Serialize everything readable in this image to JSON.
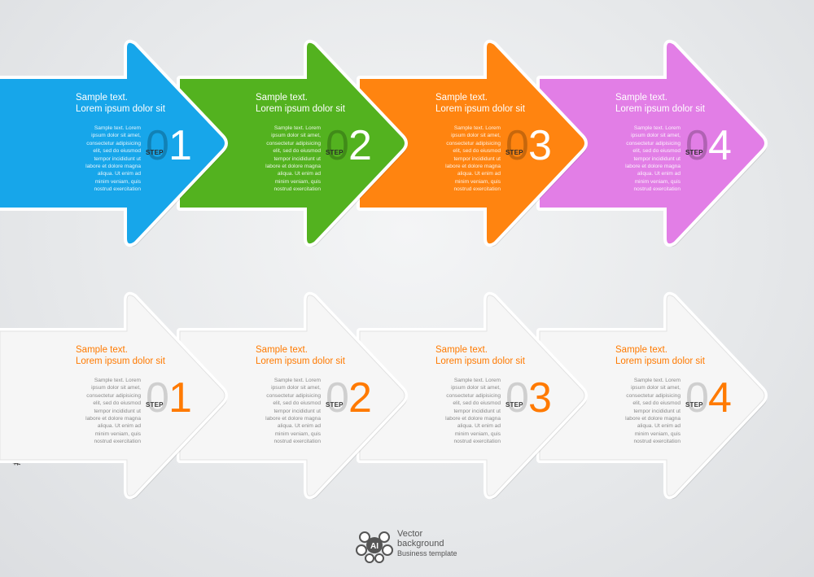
{
  "diagram": {
    "rows": [
      {
        "style": "colored",
        "arrows": [
          {
            "color": "#17a6ea",
            "title": "Sample text.",
            "subtitle": "Lorem ipsum dolor sit",
            "body": [
              "Sample text. Lorem",
              "ipsum dolor sit amet,",
              "consectetur adipisicing",
              "elit, sed do eiusmod",
              "tempor incididunt ut",
              "labore et dolore magna",
              "aliqua. Ut enim ad",
              "minim veniam, quis",
              "nostrud exercitation"
            ],
            "step_label": "STEP",
            "number_prefix": "0",
            "number_digit": "1"
          },
          {
            "color": "#53b21f",
            "title": "Sample text.",
            "subtitle": "Lorem ipsum dolor sit",
            "body": [
              "Sample text. Lorem",
              "ipsum dolor sit amet,",
              "consectetur adipisicing",
              "elit, sed do eiusmod",
              "tempor incididunt ut",
              "labore et dolore magna",
              "aliqua. Ut enim ad",
              "minim veniam, quis",
              "nostrud exercitation"
            ],
            "step_label": "STEP",
            "number_prefix": "0",
            "number_digit": "2"
          },
          {
            "color": "#ff8410",
            "title": "Sample text.",
            "subtitle": "Lorem ipsum dolor sit",
            "body": [
              "Sample text. Lorem",
              "ipsum dolor sit amet,",
              "consectetur adipisicing",
              "elit, sed do eiusmod",
              "tempor incididunt ut",
              "labore et dolore magna",
              "aliqua. Ut enim ad",
              "minim veniam, quis",
              "nostrud exercitation"
            ],
            "step_label": "STEP",
            "number_prefix": "0",
            "number_digit": "3"
          },
          {
            "color": "#e27ee6",
            "title": "Sample text.",
            "subtitle": "Lorem ipsum dolor sit",
            "body": [
              "Sample text. Lorem",
              "ipsum dolor sit amet,",
              "consectetur adipisicing",
              "elit, sed do eiusmod",
              "tempor incididunt ut",
              "labore et dolore magna",
              "aliqua. Ut enim ad",
              "minim veniam, quis",
              "nostrud exercitation"
            ],
            "step_label": "STEP",
            "number_prefix": "0",
            "number_digit": "4"
          }
        ]
      },
      {
        "style": "white",
        "arrows": [
          {
            "color": "#f6f6f6",
            "title": "Sample text.",
            "subtitle": "Lorem ipsum dolor sit",
            "body": [
              "Sample text. Lorem",
              "ipsum dolor sit amet,",
              "consectetur adipisicing",
              "elit, sed do eiusmod",
              "tempor incididunt ut",
              "labore et dolore magna",
              "aliqua. Ut enim ad",
              "minim veniam, quis",
              "nostrud exercitation"
            ],
            "step_label": "STEP",
            "number_prefix": "0",
            "number_digit": "1"
          },
          {
            "color": "#f6f6f6",
            "title": "Sample text.",
            "subtitle": "Lorem ipsum dolor sit",
            "body": [
              "Sample text. Lorem",
              "ipsum dolor sit amet,",
              "consectetur adipisicing",
              "elit, sed do eiusmod",
              "tempor incididunt ut",
              "labore et dolore magna",
              "aliqua. Ut enim ad",
              "minim veniam, quis",
              "nostrud exercitation"
            ],
            "step_label": "STEP",
            "number_prefix": "0",
            "number_digit": "2"
          },
          {
            "color": "#f6f6f6",
            "title": "Sample text.",
            "subtitle": "Lorem ipsum dolor sit",
            "body": [
              "Sample text. Lorem",
              "ipsum dolor sit amet,",
              "consectetur adipisicing",
              "elit, sed do eiusmod",
              "tempor incididunt ut",
              "labore et dolore magna",
              "aliqua. Ut enim ad",
              "minim veniam, quis",
              "nostrud exercitation"
            ],
            "step_label": "STEP",
            "number_prefix": "0",
            "number_digit": "3"
          },
          {
            "color": "#f6f6f6",
            "title": "Sample text.",
            "subtitle": "Lorem ipsum dolor sit",
            "body": [
              "Sample text. Lorem",
              "ipsum dolor sit amet,",
              "consectetur adipisicing",
              "elit, sed do eiusmod",
              "tempor incididunt ut",
              "labore et dolore magna",
              "aliqua. Ut enim ad",
              "minim veniam, quis",
              "nostrud exercitation"
            ],
            "step_label": "STEP",
            "number_prefix": "0",
            "number_digit": "4"
          }
        ]
      }
    ],
    "accent_color": "#ff7a00"
  },
  "stock_id": "#176780420",
  "footer": {
    "icon": "ai-vector-logo-icon",
    "line1": "Vector",
    "line2": "background",
    "line3": "Business template"
  }
}
